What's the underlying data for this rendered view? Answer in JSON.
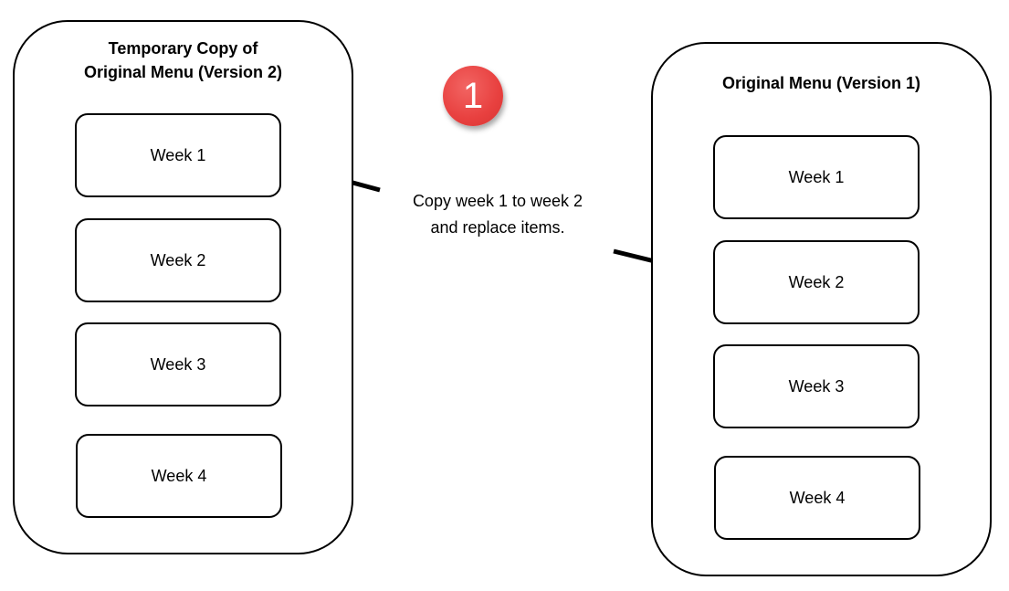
{
  "left_container": {
    "title_lines": [
      "Temporary Copy of",
      "Original Menu (Version 2)"
    ],
    "weeks": [
      "Week 1",
      "Week 2",
      "Week 3",
      "Week 4"
    ]
  },
  "right_container": {
    "title_lines": [
      "Original Menu (Version 1)"
    ],
    "weeks": [
      "Week 1",
      "Week 2",
      "Week 3",
      "Week 4"
    ]
  },
  "step_badge": {
    "number": "1",
    "color": "#e8403f"
  },
  "annotation": {
    "lines": [
      "Copy week 1 to week 2",
      "and replace items."
    ]
  }
}
